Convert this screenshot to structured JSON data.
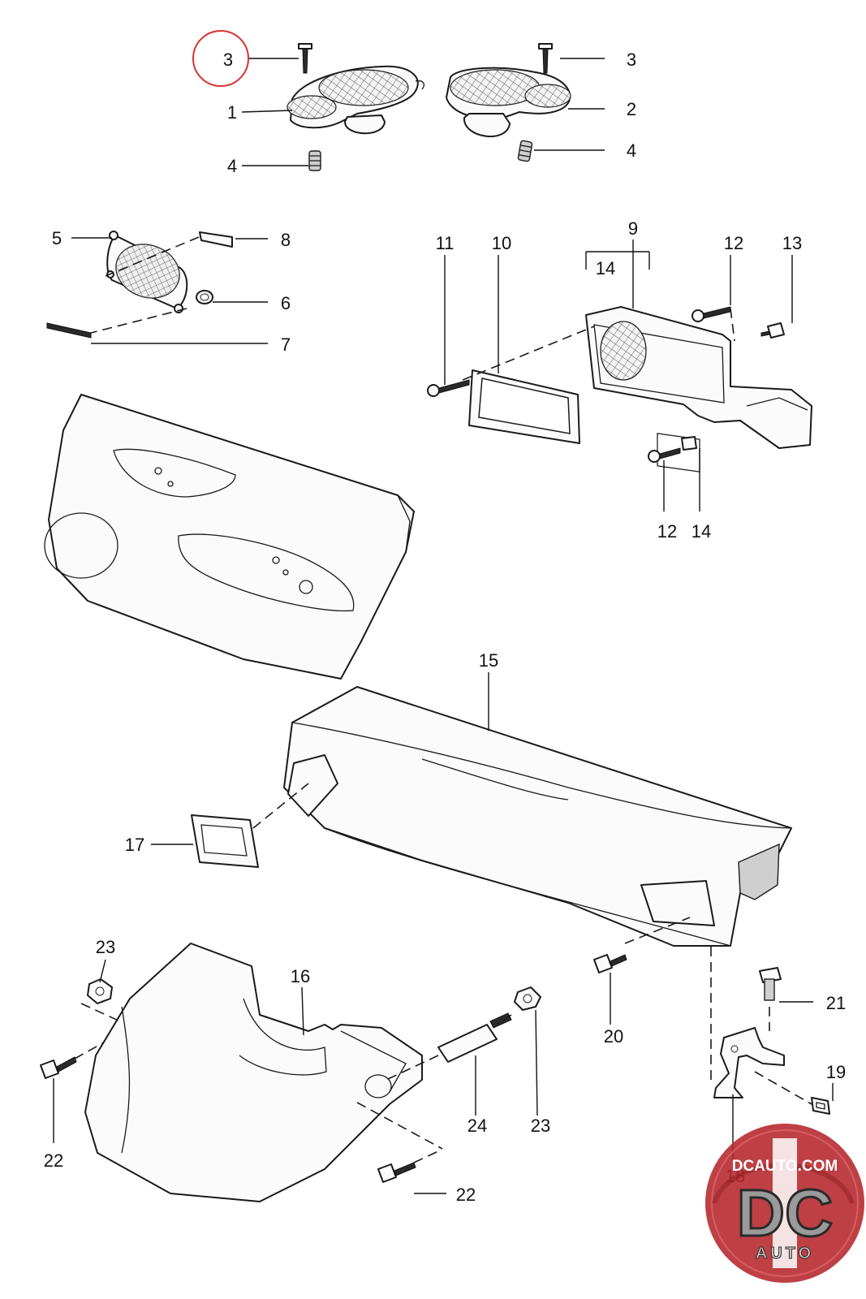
{
  "callouts": {
    "c3_circled": "3",
    "c3_right": "3",
    "c1": "1",
    "c2": "2",
    "c4_left": "4",
    "c4_right": "4",
    "c5": "5",
    "c6": "6",
    "c7": "7",
    "c8": "8",
    "c9": "9",
    "c10": "10",
    "c11": "11",
    "c12_top": "12",
    "c12_bottom": "12",
    "c13": "13",
    "c14_bracket": "14",
    "c14_bottom": "14",
    "c15": "15",
    "c16": "16",
    "c17": "17",
    "c18": "18",
    "c19": "19",
    "c20": "20",
    "c21": "21",
    "c22_left": "22",
    "c22_bottom": "22",
    "c23_left": "23",
    "c23_right": "23",
    "c24": "24"
  },
  "highlight": {
    "circled_callout": "3",
    "color": "#d9322e"
  },
  "watermark": {
    "site": "DCAUTO.COM",
    "monogram": "DC",
    "sub": "AUTO",
    "badge_color": "#b5262b"
  }
}
